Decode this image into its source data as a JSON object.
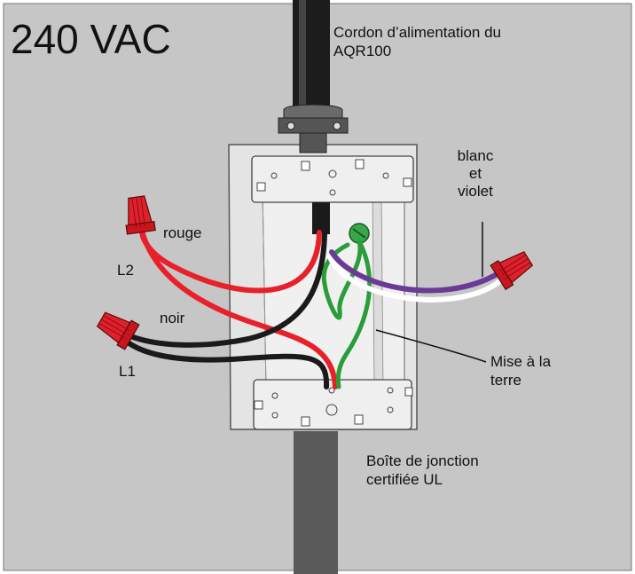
{
  "title": "240 VAC",
  "labels": {
    "cord_line1": "Cordon d’alimentation du",
    "cord_line2": "AQR100",
    "white_violet_line1": "blanc",
    "white_violet_line2": "et",
    "white_violet_line3": "violet",
    "red": "rouge",
    "l2": "L2",
    "black": "noir",
    "l1": "L1",
    "ground_line1": "Mise à la",
    "ground_line2": "terre",
    "box_line1": "Boîte de jonction",
    "box_line2": "certifiée UL"
  },
  "colors": {
    "background": "#c6c6c6",
    "box": "#e4e4e4",
    "red_wire": "#e8202a",
    "black_wire": "#1a1a1a",
    "green_wire": "#2a9d3a",
    "white_wire": "#ffffff",
    "violet_wire": "#6a3a96",
    "wire_nut": "#e0202a"
  }
}
